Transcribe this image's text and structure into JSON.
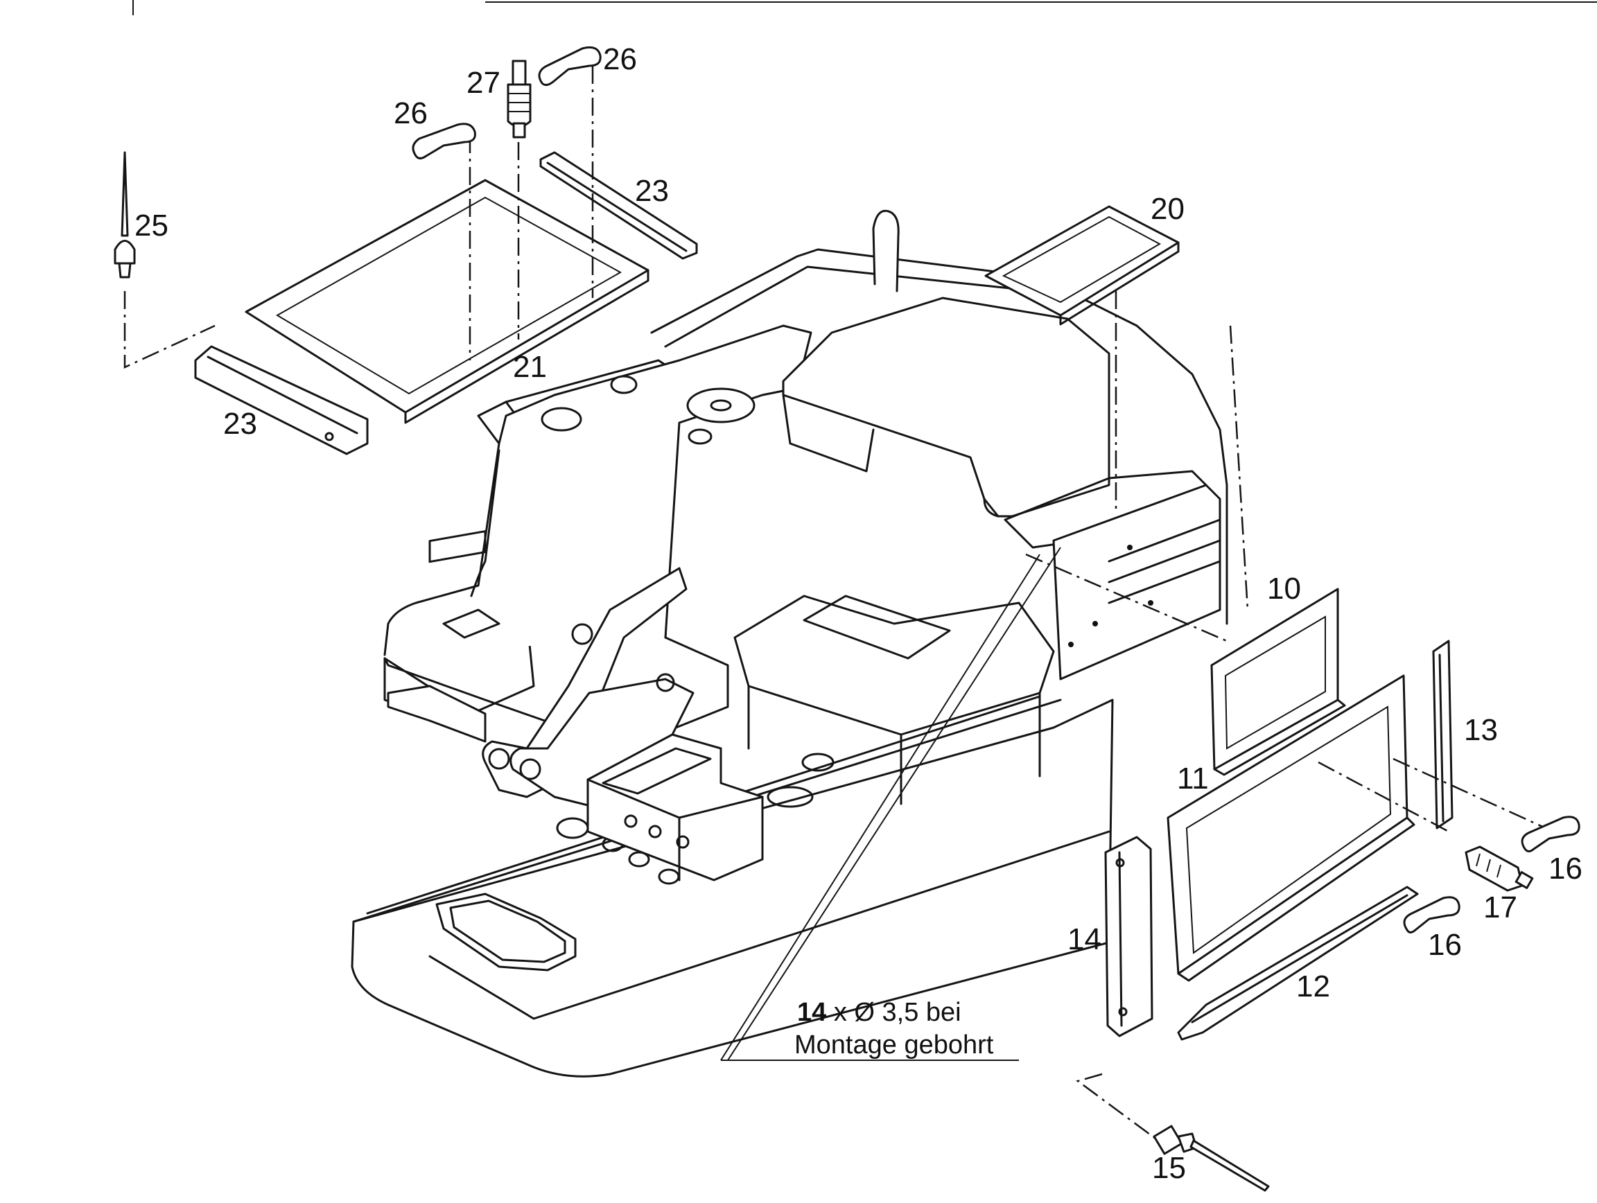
{
  "callouts": [
    {
      "id": "10",
      "text": "10"
    },
    {
      "id": "11",
      "text": "11"
    },
    {
      "id": "12",
      "text": "12"
    },
    {
      "id": "13",
      "text": "13"
    },
    {
      "id": "14",
      "text": "14"
    },
    {
      "id": "15",
      "text": "15"
    },
    {
      "id": "16a",
      "text": "16"
    },
    {
      "id": "16b",
      "text": "16"
    },
    {
      "id": "17",
      "text": "17"
    },
    {
      "id": "20",
      "text": "20"
    },
    {
      "id": "21",
      "text": "21"
    },
    {
      "id": "23a",
      "text": "23"
    },
    {
      "id": "23b",
      "text": "23"
    },
    {
      "id": "25",
      "text": "25"
    },
    {
      "id": "26a",
      "text": "26"
    },
    {
      "id": "26b",
      "text": "26"
    },
    {
      "id": "27",
      "text": "27"
    }
  ],
  "note": {
    "line1_bold": "14",
    "line1_rest": " x Ø 3,5 bei",
    "line2": "Montage gebohrt"
  }
}
